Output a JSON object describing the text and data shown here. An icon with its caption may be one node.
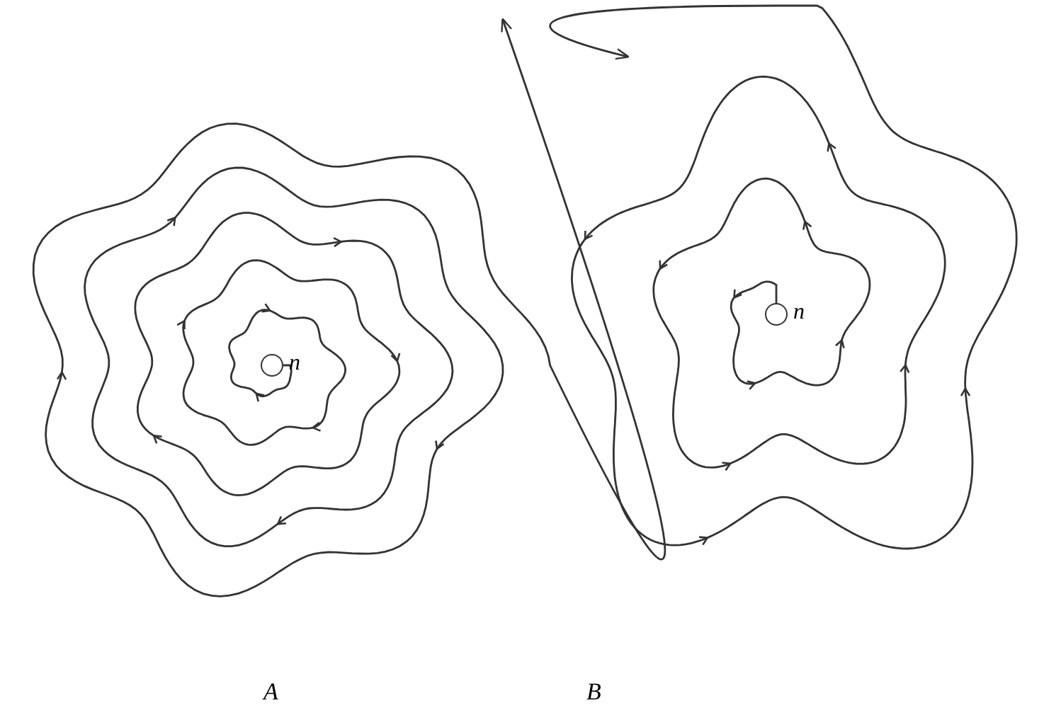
{
  "diagram": {
    "nodes": [
      {
        "text": [],
        "shape": "circle",
        "beside": [
          "n"
        ]
      },
      {
        "text": [],
        "shape": "circle",
        "beside": [
          "n"
        ]
      }
    ],
    "edges": [
      {
        "from": 0,
        "to": null,
        "arrow": "to"
      },
      {
        "from": 1,
        "to": null,
        "arrow": "to"
      }
    ],
    "labels": [
      "A",
      "B"
    ]
  }
}
